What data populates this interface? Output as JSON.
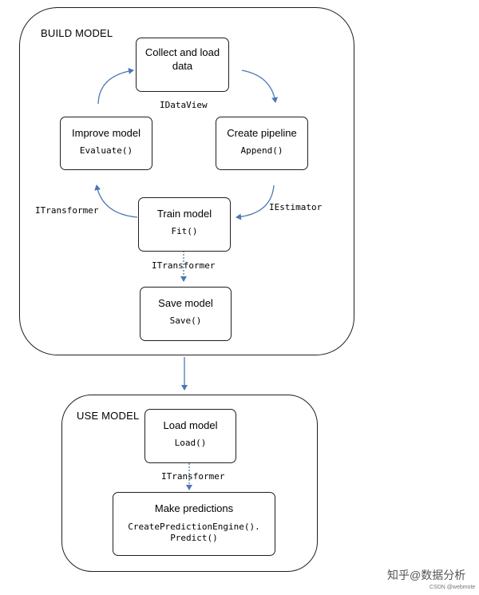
{
  "groups": {
    "build": {
      "title": "BUILD MODEL"
    },
    "use": {
      "title": "USE MODEL"
    }
  },
  "nodes": {
    "collect": {
      "title": "Collect and load data",
      "method": ""
    },
    "pipeline": {
      "title": "Create pipeline",
      "method": "Append()"
    },
    "improve": {
      "title": "Improve model",
      "method": "Evaluate()"
    },
    "train": {
      "title": "Train model",
      "method": "Fit()"
    },
    "save": {
      "title": "Save model",
      "method": "Save()"
    },
    "load": {
      "title": "Load model",
      "method": "Load()"
    },
    "predict": {
      "title": "Make predictions",
      "method": "CreatePredictionEngine().\nPredict()"
    }
  },
  "edge_labels": {
    "idataview": "IDataView",
    "iestimator": "IEstimator",
    "itransformer_left": "ITransformer",
    "itransformer_train_save": "ITransformer",
    "itransformer_load_predict": "ITransformer"
  },
  "watermark": {
    "main": "知乎@数据分析",
    "sub": "CSDN @webmote"
  },
  "colors": {
    "arrow": "#4a78b5",
    "border": "#1f1f1f"
  }
}
